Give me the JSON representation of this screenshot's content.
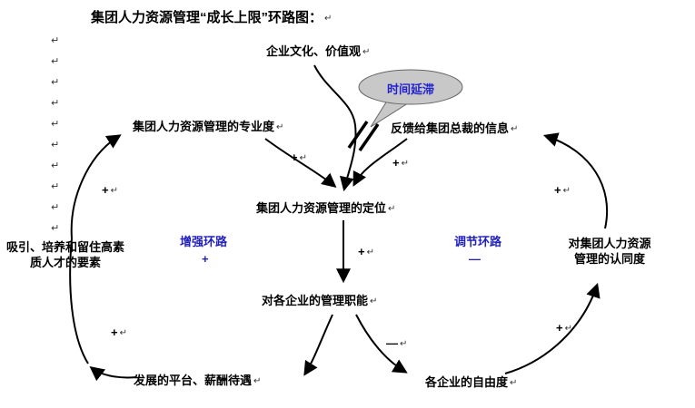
{
  "title": "集团人力资源管理“成长上限”环路图：",
  "icons": {
    "line_break": "↵"
  },
  "colors": {
    "loop_label": "#2222bb",
    "callout_text": "#2222cc",
    "callout_fill": "#c8c8c8",
    "arrow": "#000000"
  },
  "callout": {
    "label": "时间延滞"
  },
  "loops": {
    "reinforcing": "增强环路",
    "reinforcing_sign": "+",
    "balancing": "调节环路",
    "balancing_sign": "—"
  },
  "signs": {
    "plus": "+",
    "minus": "—"
  },
  "nodes": {
    "culture": "企业文化、价值观",
    "professionalism": "集团人力资源管理的专业度",
    "feedback": "反馈给集团总裁的信息",
    "positioning": "集团人力资源管理的定位",
    "function": "对各企业的管理职能",
    "platform": "发展的平台、薪酬待遇",
    "freedom": "各企业的自由度",
    "attract_line1": "吸引、培养和留住高素",
    "attract_line2": "质人才的要素",
    "recognition_line1": "对集团人力资源",
    "recognition_line2": "管理的认同度"
  }
}
